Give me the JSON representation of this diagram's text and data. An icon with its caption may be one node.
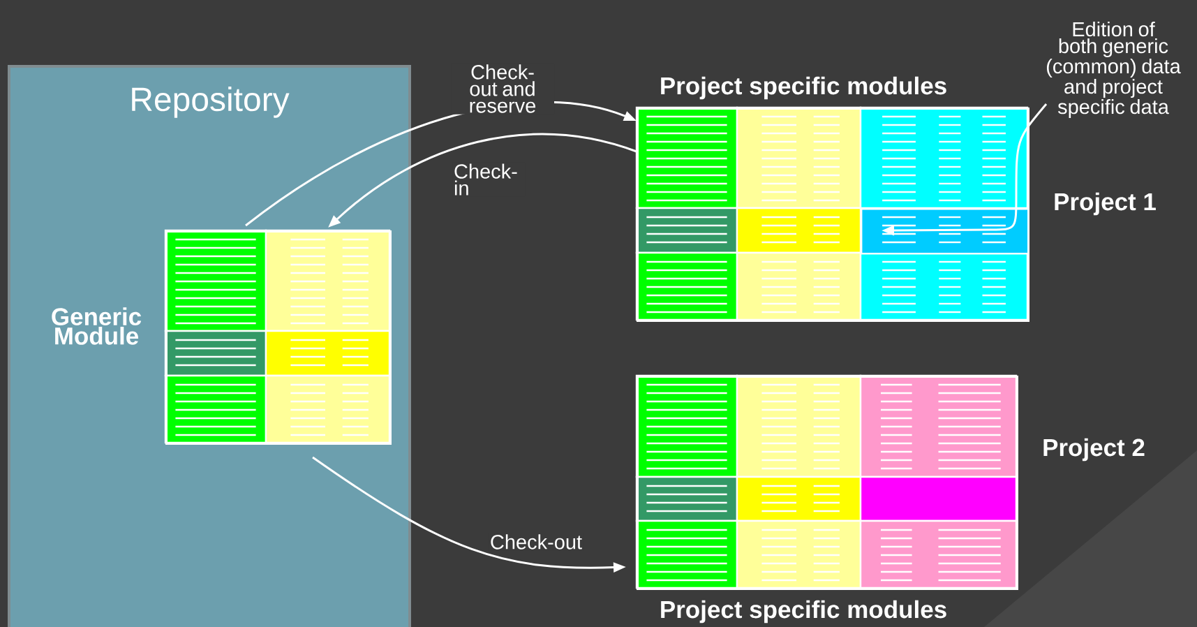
{
  "diagram": {
    "nodes": [
      {
        "text": [
          "Repository"
        ]
      },
      {
        "text": [],
        "shape": "box",
        "in": 0,
        "beside": [
          "Generic Module"
        ]
      },
      {
        "text": [],
        "shape": "box",
        "beside": [
          "Project specific modules",
          "Project 1"
        ]
      },
      {
        "text": [],
        "shape": "box",
        "in": 2
      },
      {
        "text": [
          "Edition of both generic (common) data and project specific data"
        ]
      },
      {
        "text": [],
        "shape": "box",
        "beside": [
          "Project 2",
          "Project specific modules"
        ]
      }
    ],
    "edges": [
      {
        "from": 1,
        "to": 2,
        "arrow": "to",
        "label": "Check-out and reserve"
      },
      {
        "from": 2,
        "to": 1,
        "arrow": "to",
        "label": "Check-in"
      },
      {
        "from": 1,
        "to": 5,
        "arrow": "to",
        "label": "Check-out"
      },
      {
        "from": 4,
        "to": 3,
        "arrow": "to"
      }
    ]
  }
}
